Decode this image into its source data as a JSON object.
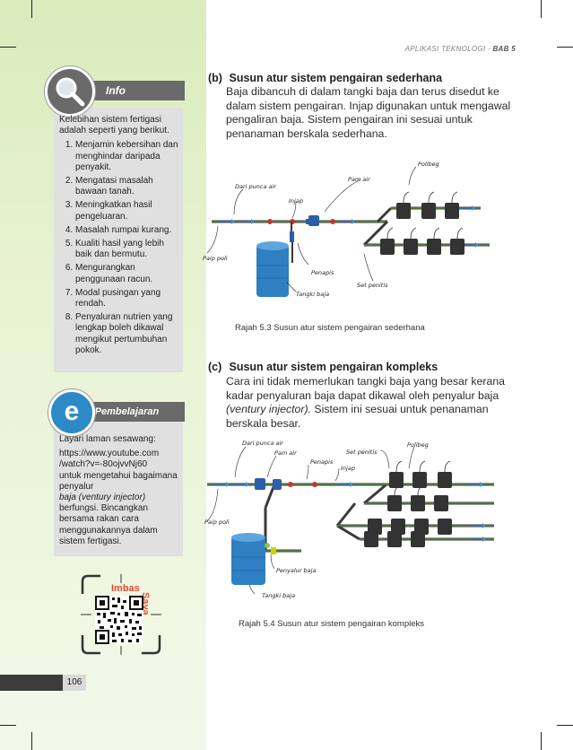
{
  "header": {
    "prefix": "APLIKASI TEKNOLOGI - ",
    "chapter": "BAB 5"
  },
  "info": {
    "title": "Info",
    "intro": "Kelebihan sistem fertigasi adalah seperti yang berikut.",
    "items": [
      "Menjamin kebersihan dan menghindar daripada penyakit.",
      "Mengatasi masalah bawaan tanah.",
      "Meningkatkan hasil pengeluaran.",
      "Masalah rumpai kurang.",
      "Kualiti hasil yang lebih baik dan bermutu.",
      "Mengurangkan penggunaan racun.",
      "Modal pusingan yang rendah.",
      "Penyaluran nutrien yang lengkap boleh dikawal mengikut pertumbuhan pokok."
    ]
  },
  "epembelajaran": {
    "letter": "e",
    "title": "-Pembelajaran",
    "line1": "Layari laman sesawang:",
    "url": "https://www.youtube.com /watch?v=-80ojvvNj60",
    "line3": "untuk mengetahui bagaimana penyalur",
    "italic": "baja (ventury injector)",
    "line5": "berfungsi. Bincangkan bersama rakan cara menggunakannya dalam sistem fertigasi."
  },
  "qr": {
    "imbas": "Imbas",
    "saya": "Saya"
  },
  "page_number": "106",
  "section_b": {
    "label": "(b)",
    "title": "Susun atur sistem pengairan sederhana",
    "body": "Baja dibancuh di dalam tangki baja dan terus disedut ke dalam sistem pengairan. Injap digunakan untuk mengawal pengaliran baja. Sistem pengairan ini sesuai untuk penanaman berskala sederhana.",
    "caption": "Rajah 5.3  Susun atur sistem pengairan sederhana",
    "labels": {
      "polibeg": "Polibeg",
      "pam_air": "Pam air",
      "dari_punca_air": "Dari punca air",
      "injap": "Injap",
      "paip_poli": "Paip poli",
      "penapis": "Penapis",
      "set_penitis": "Set penitis",
      "tangki_baja": "Tangki baja"
    }
  },
  "section_c": {
    "label": "(c)",
    "title": "Susun atur sistem pengairan kompleks",
    "body_start": "Cara ini tidak memerlukan tangki baja yang besar kerana kadar penyaluran baja dapat dikawal oleh penyalur baja ",
    "body_italic": "(ventury injector).",
    "body_end": " Sistem ini sesuai untuk penanaman berskala besar.",
    "caption": "Rajah 5.4  Susun atur sistem pengairan kompleks",
    "labels": {
      "dari_punca_air": "Dari punca air",
      "pam_air": "Pam air",
      "penapis": "Penapis",
      "set_penitis": "Set penitis",
      "polibeg": "Polibeg",
      "injap": "Injap",
      "paip_poli": "Paip poli",
      "penyalur_baja": "Penyalur baja",
      "tangki_baja": "Tangki baja"
    }
  },
  "colors": {
    "pipe": "#3a3a3a",
    "pipe_green": "#6aa84f",
    "water": "#3d8fd1",
    "tank": "#2f7fc3",
    "pump": "#2b5fa8",
    "valve": "#c0392b"
  }
}
